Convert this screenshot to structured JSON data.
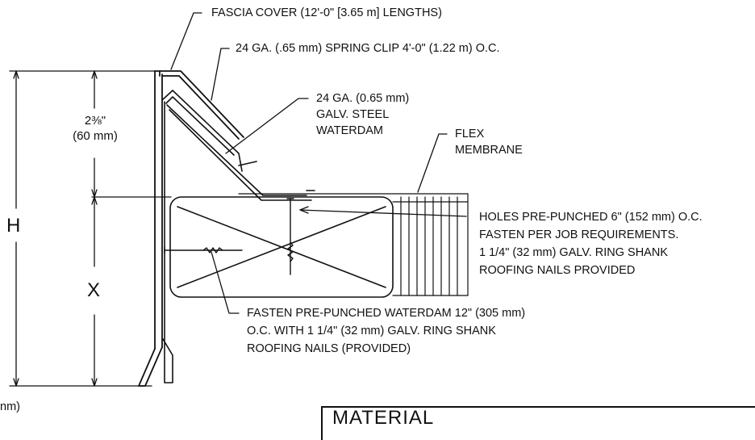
{
  "labels": {
    "fascia_cover": "FASCIA COVER (12'-0\" [3.65 m] LENGTHS)",
    "spring_clip": "24 GA. (.65 mm) SPRING CLIP 4'-0\" (1.22 m) O.C.",
    "waterdam": "24 GA. (0.65 mm)\nGALV. STEEL\nWATERDAM",
    "flex_membrane": "FLEX\nMEMBRANE",
    "holes": "HOLES PRE-PUNCHED 6\" (152 mm) O.C.\nFASTEN PER JOB REQUIREMENTS.\n1 1/4\" (32 mm) GALV. RING SHANK\nROOFING NAILS PROVIDED",
    "fasten_waterdam": "FASTEN PRE-PUNCHED WATERDAM 12\" (305 mm)\nO.C. WITH 1 1/4\" (32 mm) GALV. RING SHANK\nROOFING NAILS (PROVIDED)"
  },
  "dimensions": {
    "overall_height": "H",
    "nailer_height": "X",
    "cover_height": "2⅜\"\n(60 mm)",
    "left_clipped": "nm)"
  },
  "title_block": {
    "heading": "MATERIAL"
  }
}
